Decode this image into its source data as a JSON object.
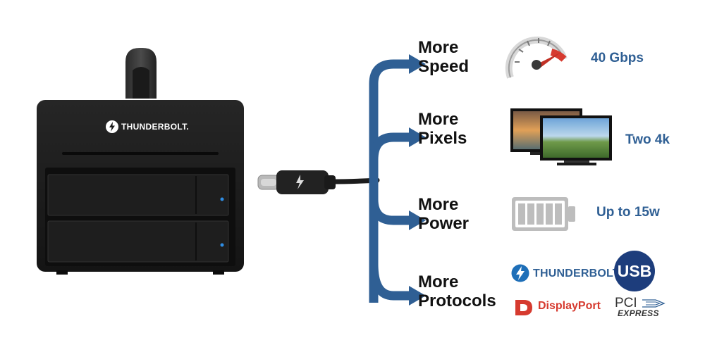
{
  "device": {
    "brand_text": "THUNDERBOLT."
  },
  "features": [
    {
      "line1": "More",
      "line2": "Speed",
      "value": "40 Gbps",
      "icon": "speedometer-icon"
    },
    {
      "line1": "More",
      "line2": "Pixels",
      "value": "Two 4k",
      "icon": "monitors-icon"
    },
    {
      "line1": "More",
      "line2": "Power",
      "value": "Up to 15w",
      "icon": "battery-icon"
    },
    {
      "line1": "More",
      "line2": "Protocols",
      "icon": "protocol-logos"
    }
  ],
  "logos": {
    "thunderbolt": "THUNDERBOLT.",
    "usb": "USB",
    "displayport": "DisplayPort",
    "pci": "PCI",
    "express": "EXPRESS"
  },
  "colors": {
    "accent_blue": "#2f5f94",
    "usb_navy": "#1d3d7c",
    "displayport_red": "#d63a2f",
    "device_black": "#1b1b1b"
  }
}
